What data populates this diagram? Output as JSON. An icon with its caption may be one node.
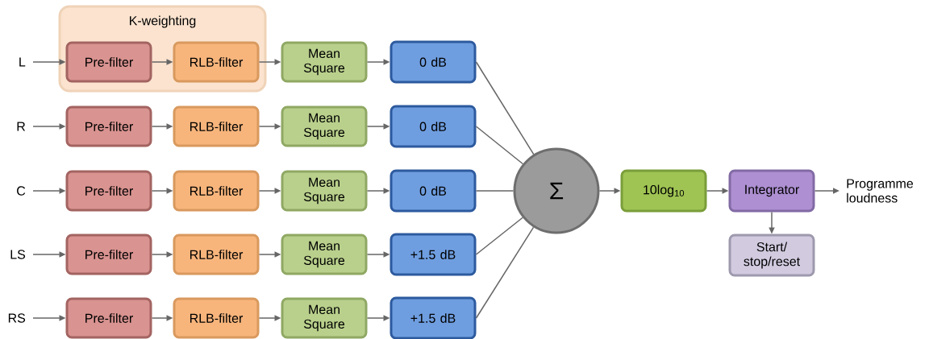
{
  "diagram": {
    "nodes": [
      {
        "text": [
          "K-weighting"
        ]
      },
      {
        "text": [
          "L"
        ]
      },
      {
        "text": [
          "Pre-filter"
        ],
        "in": 0
      },
      {
        "text": [
          "RLB-filter"
        ],
        "in": 0
      },
      {
        "text": [
          "Mean Square"
        ]
      },
      {
        "text": [
          "0 dB"
        ]
      },
      {
        "text": [
          "R"
        ]
      },
      {
        "text": [
          "Pre-filter"
        ]
      },
      {
        "text": [
          "RLB-filter"
        ]
      },
      {
        "text": [
          "Mean Square"
        ]
      },
      {
        "text": [
          "0 dB"
        ]
      },
      {
        "text": [
          "C"
        ]
      },
      {
        "text": [
          "Pre-filter"
        ]
      },
      {
        "text": [
          "RLB-filter"
        ]
      },
      {
        "text": [
          "Mean Square"
        ]
      },
      {
        "text": [
          "0 dB"
        ]
      },
      {
        "text": [
          "LS"
        ]
      },
      {
        "text": [
          "Pre-filter"
        ]
      },
      {
        "text": [
          "RLB-filter"
        ]
      },
      {
        "text": [
          "Mean Square"
        ]
      },
      {
        "text": [
          "+1.5 dB"
        ]
      },
      {
        "text": [
          "RS"
        ]
      },
      {
        "text": [
          "Pre-filter"
        ]
      },
      {
        "text": [
          "RLB-filter"
        ]
      },
      {
        "text": [
          "Mean Square"
        ]
      },
      {
        "text": [
          "+1.5 dB"
        ]
      },
      {
        "text": [
          "Σ"
        ]
      },
      {
        "text": [
          "10log$_{10}$"
        ]
      },
      {
        "text": [
          "Integrator"
        ]
      },
      {
        "text": [
          "Programme loudness"
        ]
      },
      {
        "text": [
          "Start/ stop/reset"
        ]
      }
    ],
    "edges": [
      {
        "from": 1,
        "to": 2,
        "arrow": "to"
      },
      {
        "from": 2,
        "to": 3,
        "arrow": "to"
      },
      {
        "from": 3,
        "to": 4,
        "arrow": "to"
      },
      {
        "from": 4,
        "to": 5,
        "arrow": "to"
      },
      {
        "from": 5,
        "to": 26,
        "arrow": "none"
      },
      {
        "from": 6,
        "to": 7,
        "arrow": "to"
      },
      {
        "from": 7,
        "to": 8,
        "arrow": "to"
      },
      {
        "from": 8,
        "to": 9,
        "arrow": "to"
      },
      {
        "from": 9,
        "to": 10,
        "arrow": "to"
      },
      {
        "from": 10,
        "to": 26,
        "arrow": "none"
      },
      {
        "from": 11,
        "to": 12,
        "arrow": "to"
      },
      {
        "from": 12,
        "to": 13,
        "arrow": "to"
      },
      {
        "from": 13,
        "to": 14,
        "arrow": "to"
      },
      {
        "from": 14,
        "to": 15,
        "arrow": "to"
      },
      {
        "from": 15,
        "to": 26,
        "arrow": "none"
      },
      {
        "from": 16,
        "to": 17,
        "arrow": "to"
      },
      {
        "from": 17,
        "to": 18,
        "arrow": "to"
      },
      {
        "from": 18,
        "to": 19,
        "arrow": "to"
      },
      {
        "from": 19,
        "to": 20,
        "arrow": "to"
      },
      {
        "from": 20,
        "to": 26,
        "arrow": "none"
      },
      {
        "from": 21,
        "to": 22,
        "arrow": "to"
      },
      {
        "from": 22,
        "to": 23,
        "arrow": "to"
      },
      {
        "from": 23,
        "to": 24,
        "arrow": "to"
      },
      {
        "from": 24,
        "to": 25,
        "arrow": "to"
      },
      {
        "from": 25,
        "to": 26,
        "arrow": "none"
      },
      {
        "from": 26,
        "to": 27,
        "arrow": "to"
      },
      {
        "from": 27,
        "to": 28,
        "arrow": "to"
      },
      {
        "from": 28,
        "to": 29,
        "arrow": "to"
      },
      {
        "from": 28,
        "to": 30,
        "arrow": "to"
      }
    ]
  }
}
